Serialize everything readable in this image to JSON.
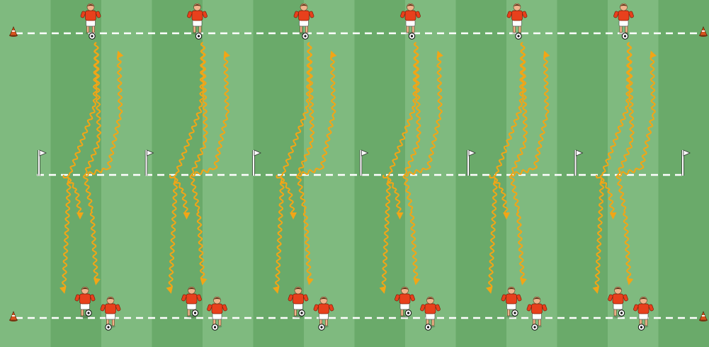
{
  "colors": {
    "stripe_light": "#7fba7f",
    "stripe_dark": "#6aaa6a",
    "line": "#ffffff",
    "run_path": "#f2a516",
    "player_shirt": "#e8401c",
    "player_shorts": "#ffffff",
    "skin": "#f0b48c",
    "hair": "#5a3418",
    "cone": "#d9541e",
    "flag": "#ffffff",
    "pole": "#ffffff",
    "ball": "#ffffff"
  },
  "pitch": {
    "stripes": 14
  },
  "lines": [
    {
      "name": "top-line",
      "style": "dashed"
    },
    {
      "name": "middle-line",
      "style": "dashed"
    },
    {
      "name": "bottom-line",
      "style": "dashed"
    }
  ],
  "cones": [
    "top-left",
    "top-right",
    "bottom-left",
    "bottom-right"
  ],
  "flags": {
    "count": 7
  },
  "groups": {
    "count": 6,
    "attackers_per_group": 1,
    "defenders_per_group": 2
  },
  "icons": {
    "player": "player-icon",
    "ball": "ball-icon",
    "cone": "cone-icon",
    "flag": "flag-icon",
    "arrow": "arrowhead-icon"
  }
}
